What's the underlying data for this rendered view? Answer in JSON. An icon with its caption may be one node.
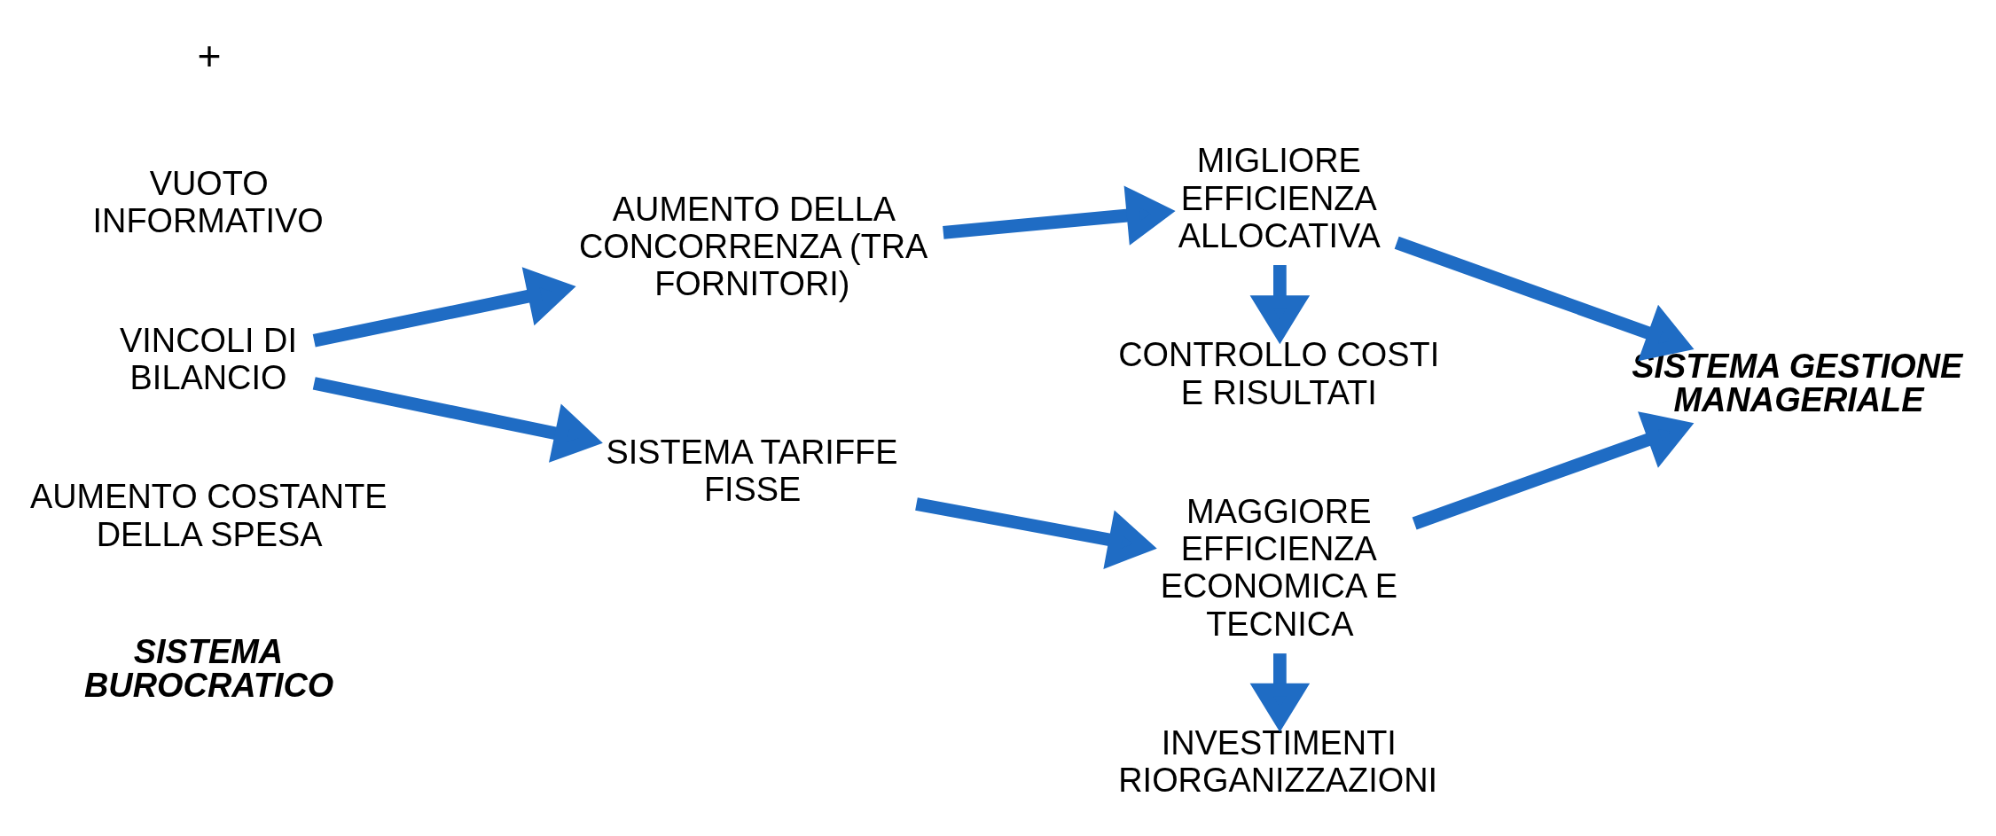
{
  "diagram": {
    "nodes": [
      {
        "text": [
          "SISTEMA BUROCRATICO"
        ]
      },
      {
        "text": [
          "AUMENTO COSTANTE DELLA SPESA"
        ]
      },
      {
        "text": [
          "VINCOLI DI BILANCIO"
        ]
      },
      {
        "text": [
          "VUOTO INFORMATIVO"
        ]
      },
      {
        "text": [
          "AUMENTO DELLA CONCORRENZA (TRA FORNITORI)"
        ]
      },
      {
        "text": [
          "SISTEMA TARIFFE FISSE"
        ]
      },
      {
        "text": [
          "CONTROLLO COSTI E RISULTATI"
        ]
      },
      {
        "text": [
          "MIGLIORE EFFICIENZA ALLOCATIVA"
        ]
      },
      {
        "text": [
          "MAGGIORE EFFICIENZA ECONOMICA E TECNICA"
        ]
      },
      {
        "text": [
          "INVESTIMENTI RIORGANIZZAZIONI"
        ]
      },
      {
        "text": [
          "SISTEMA GESTIONE MANAGERIALE"
        ]
      }
    ],
    "edges": [
      {
        "from": 2,
        "to": 4,
        "arrow": "to"
      },
      {
        "from": 2,
        "to": 5,
        "arrow": "to"
      },
      {
        "from": 4,
        "to": 7,
        "arrow": "to"
      },
      {
        "from": 5,
        "to": 8,
        "arrow": "to"
      },
      {
        "from": 7,
        "to": 6,
        "arrow": "to"
      },
      {
        "from": 8,
        "to": 9,
        "arrow": "to"
      },
      {
        "from": 7,
        "to": 10,
        "arrow": "to"
      },
      {
        "from": 8,
        "to": 10,
        "arrow": "to"
      }
    ],
    "labels": [
      "+"
    ]
  }
}
